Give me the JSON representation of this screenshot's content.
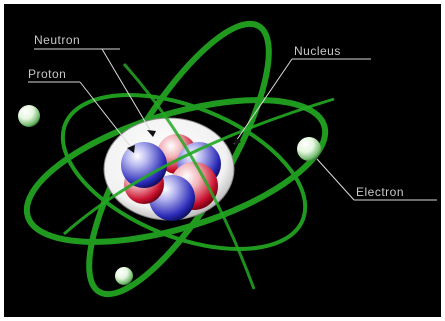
{
  "labels": {
    "neutron": "Neutron",
    "proton": "Proton",
    "nucleus": "Nucleus",
    "electron": "Electron"
  },
  "colors": {
    "background": "#000000",
    "orbit": "#1f9a1f",
    "label_text": "#c8c8c8",
    "proton": "#c8102e",
    "neutron": "#1e1e96",
    "electron": "#dff5d8"
  },
  "icons": {
    "proton": "red-sphere",
    "neutron": "blue-sphere",
    "electron": "green-white-sphere"
  }
}
